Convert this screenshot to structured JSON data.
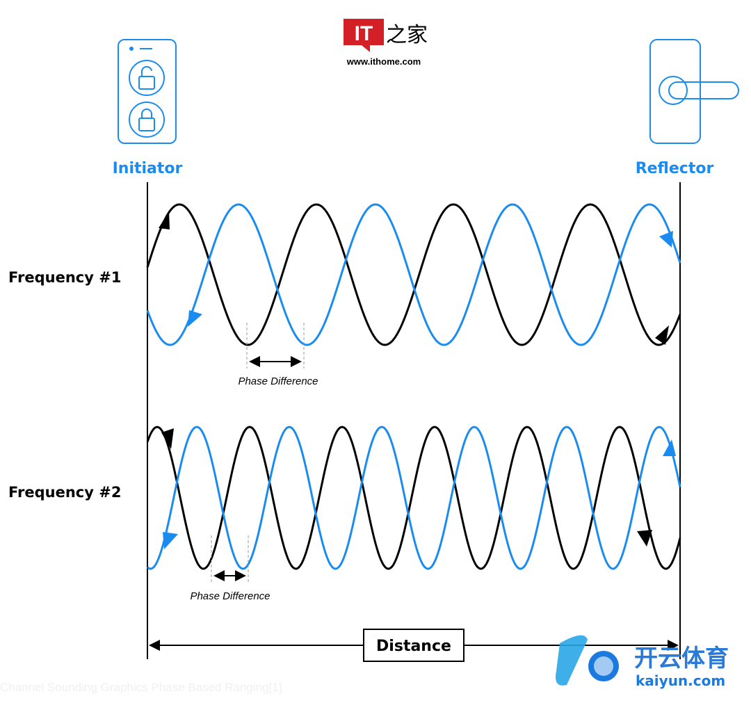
{
  "logo": {
    "brand": "IT之家",
    "mark": "IT",
    "url": "www.ithome.com"
  },
  "initiator": {
    "label": "Initiator"
  },
  "reflector": {
    "label": "Reflector"
  },
  "frequency1": {
    "label": "Frequency #1",
    "phase_label": "Phase Difference"
  },
  "frequency2": {
    "label": "Frequency #2",
    "phase_label": "Phase Difference"
  },
  "distance": {
    "label": "Distance"
  },
  "caption": "Channel Sounding Graphics Phase Based Ranging[1]",
  "watermark": {
    "brand": "开云体育",
    "url": "kaiyun.com"
  },
  "colors": {
    "blue": "#1a8cf0",
    "black": "#000000",
    "logo_red": "#d32027"
  }
}
